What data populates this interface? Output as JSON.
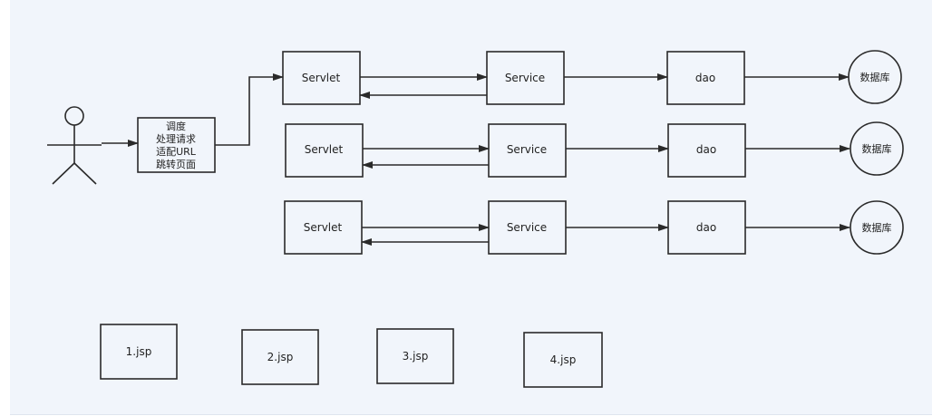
{
  "dispatcher": {
    "lines": [
      "调度",
      "处理请求",
      "适配URL",
      "跳转页面"
    ]
  },
  "rows": [
    {
      "servlet": "Servlet",
      "service": "Service",
      "dao": "dao",
      "database": "数据库"
    },
    {
      "servlet": "Servlet",
      "service": "Service",
      "dao": "dao",
      "database": "数据库"
    },
    {
      "servlet": "Servlet",
      "service": "Service",
      "dao": "dao",
      "database": "数据库"
    }
  ],
  "pages": [
    "1.jsp",
    "2.jsp",
    "3.jsp",
    "4.jsp"
  ],
  "colors": {
    "stroke": "#2a2a2a",
    "background": "#f1f5fb"
  }
}
